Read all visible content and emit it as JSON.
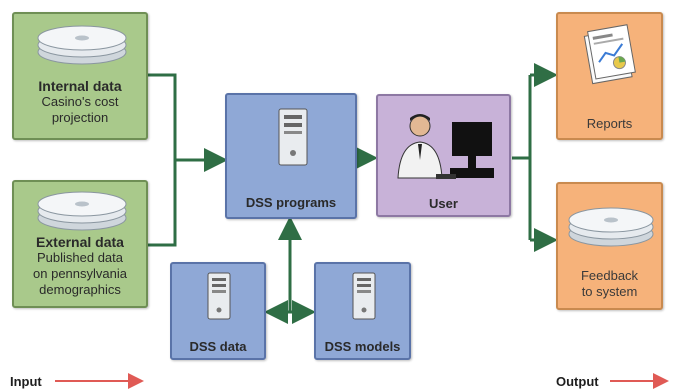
{
  "inputs": {
    "internal": {
      "title": "Internal data",
      "desc": [
        "Casino's cost",
        "projection"
      ]
    },
    "external": {
      "title": "External data",
      "desc": [
        "Published data",
        "on pennsylvania",
        "demographics"
      ]
    }
  },
  "processing": {
    "programs": "DSS programs",
    "user": "User",
    "data": "DSS data",
    "models": "DSS models"
  },
  "outputs": {
    "reports": "Reports",
    "feedback": [
      "Feedback",
      "to system"
    ]
  },
  "footer": {
    "input_label": "Input",
    "output_label": "Output"
  },
  "colors": {
    "input_box": "#a9c98b",
    "process_box": "#8fa8d6",
    "user_box": "#c8b2d8",
    "output_box": "#f6b27a",
    "arrow": "#2f6e45",
    "footer_arrow": "#e05a55"
  },
  "icons": [
    "disc-icon",
    "server-icon",
    "person-at-computer-icon",
    "report-pages-icon"
  ]
}
